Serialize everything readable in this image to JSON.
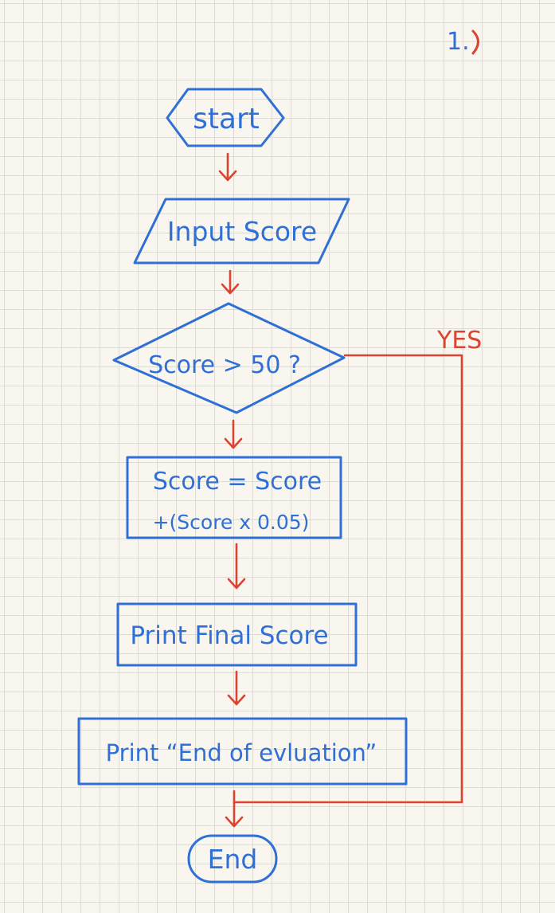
{
  "page_number": "1.",
  "nodes": {
    "start": "start",
    "input": "Input Score",
    "decision": "Score > 50 ?",
    "calc_line1": "Score = Score",
    "calc_line2": "+(Score x 0.05)",
    "print_final": "Print Final Score",
    "print_end": "Print “End of evluation”",
    "end": "End"
  },
  "edges": {
    "yes_label": "YES"
  },
  "colors": {
    "shape": "#2f6fd6",
    "arrow": "#dc4432",
    "grid": "#dddcd4",
    "paper": "#f8f6ee"
  }
}
